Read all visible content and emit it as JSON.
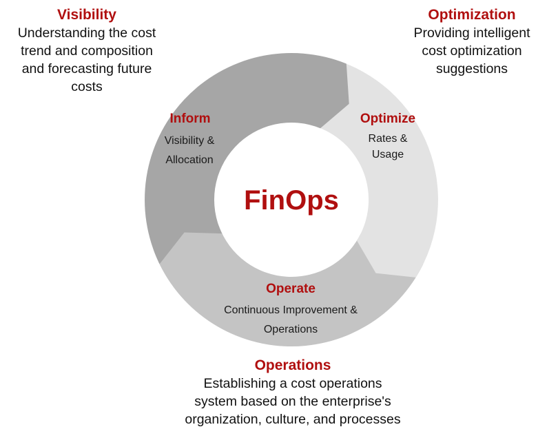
{
  "center": {
    "title": "FinOps"
  },
  "segments": {
    "inform": {
      "title": "Inform",
      "sub": [
        "Visibility &",
        "Allocation"
      ]
    },
    "optimize": {
      "title": "Optimize",
      "sub": [
        "Rates &",
        "Usage"
      ]
    },
    "operate": {
      "title": "Operate",
      "sub": [
        "Continuous Improvement &",
        "Operations"
      ]
    }
  },
  "callouts": {
    "visibility": {
      "title": "Visibility",
      "lines": [
        "Understanding  the cost",
        "trend and composition",
        "and  forecasting future",
        "costs"
      ]
    },
    "optimization": {
      "title": "Optimization",
      "lines": [
        "Providing intelligent",
        "cost optimization",
        "suggestions"
      ]
    },
    "operations": {
      "title": "Operations",
      "lines": [
        "Establishing  a cost operations",
        "system based on the enterprise's",
        "organization, culture,  and processes"
      ]
    }
  },
  "colors": {
    "inform": "#a6a6a6",
    "optimize": "#e3e3e3",
    "operate": "#c4c4c4",
    "accent": "#b00f0f"
  }
}
